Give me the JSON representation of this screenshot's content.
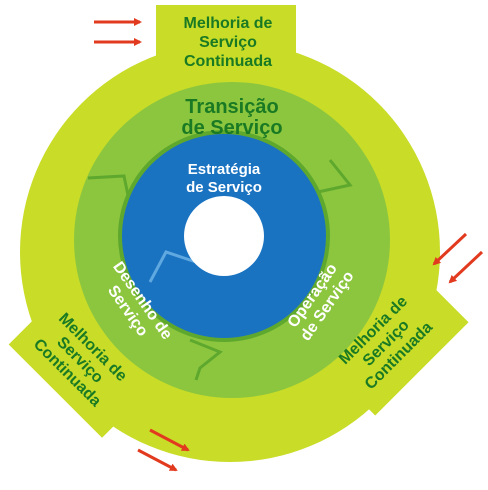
{
  "colors": {
    "outer_ring": "#c8dc28",
    "middle_ring": "#8cc63f",
    "middle_ring_edge": "#5fa82e",
    "inner_ring": "#1a73c1",
    "label_green": "#1a7a23",
    "arrow": "#e23a1f",
    "background": "#ffffff"
  },
  "diagram": {
    "center": {
      "label_line1": "Estratégia",
      "label_line2": "de Serviço"
    },
    "stages": [
      {
        "line1": "Transição",
        "line2": "de Serviço"
      },
      {
        "line1": "Desenho de",
        "line2": "Serviço"
      },
      {
        "line1": "Operação",
        "line2": "de Serviço"
      }
    ],
    "continual_improvement": [
      {
        "line1": "Melhoria de",
        "line2": "Serviço",
        "line3": "Continuada"
      },
      {
        "line1": "Melhoria de",
        "line2": "Serviço",
        "line3": "Continuada"
      },
      {
        "line1": "Melhoria de",
        "line2": "Serviço",
        "line3": "Continuada"
      }
    ],
    "arrow_icon": "double-arrow-icon"
  }
}
